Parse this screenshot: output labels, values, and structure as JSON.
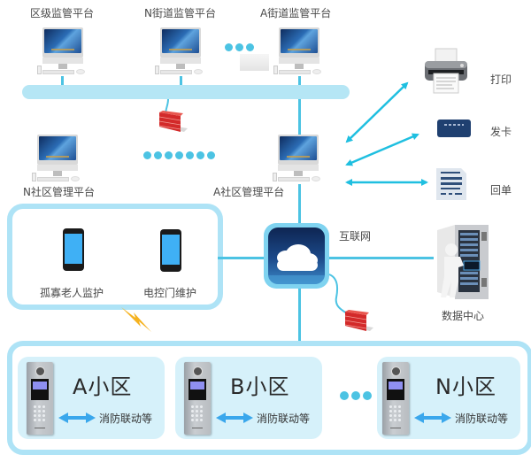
{
  "title": "社区安防联网管理系统拓扑图",
  "colors": {
    "connector": "#4cc3e3",
    "bus": "#b5e6f5",
    "box_border": "#aee3f6",
    "community_bg": "#d6f1fa",
    "firewall": "#d32a2a",
    "lightning": "#f5b21f"
  },
  "top_platforms": [
    {
      "label": "区级监管平台",
      "icon": "desktop-computer-icon"
    },
    {
      "label": "N街道监管平台",
      "icon": "desktop-computer-icon"
    },
    {
      "label": "A街道监管平台",
      "icon": "desktop-computer-icon"
    }
  ],
  "community_platforms": [
    {
      "label": "N社区管理平台",
      "icon": "desktop-computer-icon"
    },
    {
      "label": "A社区管理平台",
      "icon": "desktop-computer-icon"
    }
  ],
  "peripherals": [
    {
      "label": "打印",
      "icon": "printer-icon"
    },
    {
      "label": "发卡",
      "icon": "card-icon"
    },
    {
      "label": "回单",
      "icon": "receipt-icon"
    }
  ],
  "mobile_apps": [
    {
      "label": "孤寡老人监护",
      "icon": "smartphone-icon"
    },
    {
      "label": "电控门维护",
      "icon": "smartphone-icon"
    }
  ],
  "internet": {
    "label": "互联网",
    "icon": "cloud-icon"
  },
  "data_center": {
    "label": "数据中心",
    "icon": "server-rack-icon"
  },
  "communities": [
    {
      "name": "A小区",
      "feature": "消防联动等",
      "icon": "door-intercom-panel-icon"
    },
    {
      "name": "B小区",
      "feature": "消防联动等",
      "icon": "door-intercom-panel-icon"
    },
    {
      "name": "N小区",
      "feature": "消防联动等",
      "icon": "door-intercom-panel-icon"
    }
  ],
  "ellipsis": "•••"
}
